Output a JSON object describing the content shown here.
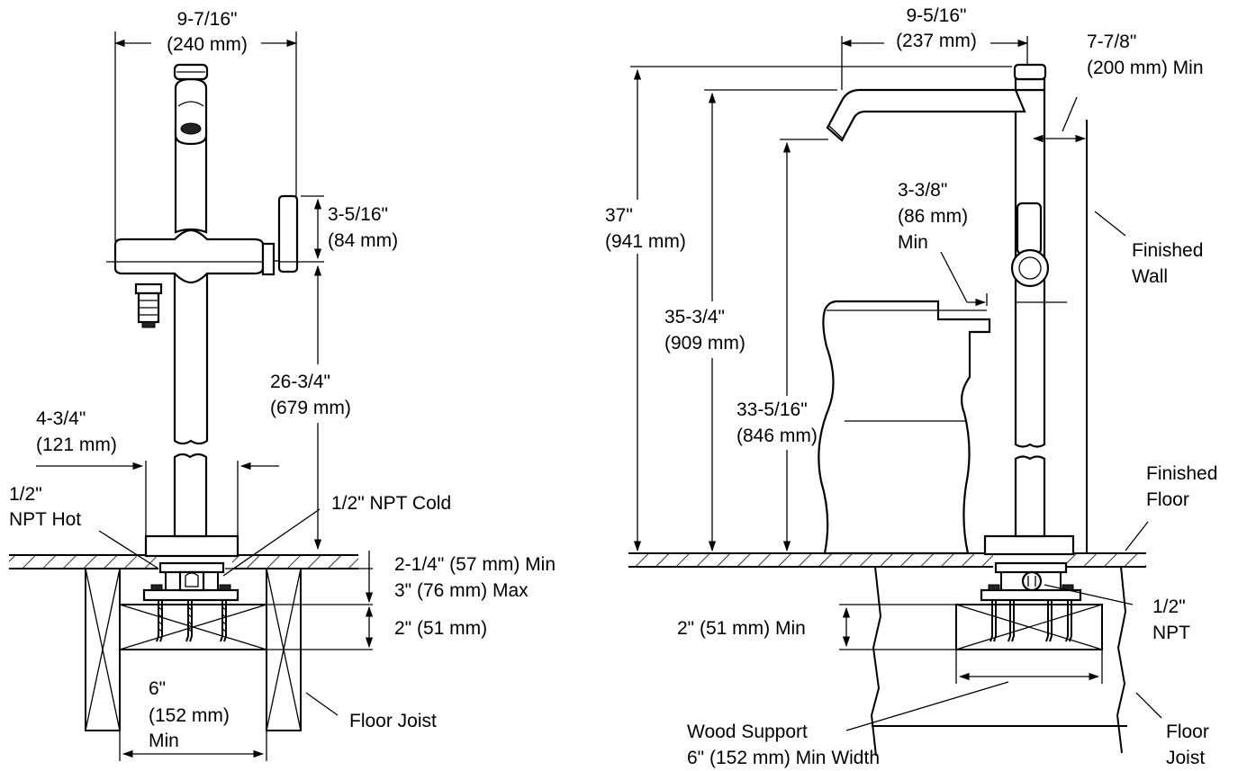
{
  "colors": {
    "line": "#000000",
    "background": "#ffffff"
  },
  "left_view": {
    "overall_width": {
      "inch": "9-7/16\"",
      "mm": "(240 mm)"
    },
    "handle_height": {
      "inch": "3-5/16\"",
      "mm": "(84 mm)"
    },
    "spout_height": {
      "inch": "26-3/4\"",
      "mm": "(679 mm)"
    },
    "base_width": {
      "inch": "4-3/4\"",
      "mm": "(121 mm)"
    },
    "hot_label": {
      "line1": "1/2\"",
      "line2": "NPT Hot"
    },
    "cold_label": "1/2\" NPT Cold",
    "rough_depth": {
      "min": "2-1/4\" (57 mm) Min",
      "max": "3\" (76 mm) Max"
    },
    "support_depth": "2\" (51 mm)",
    "joist_spacing": {
      "inch": "6\"",
      "mm": "(152 mm)",
      "min": "Min"
    },
    "joist_label": "Floor Joist"
  },
  "right_view": {
    "spout_reach": {
      "inch": "9-5/16\"",
      "mm": "(237 mm)"
    },
    "wall_clearance": {
      "inch": "7-7/8\"",
      "mm": "(200 mm) Min"
    },
    "overall_height": {
      "inch": "37\"",
      "mm": "(941 mm)"
    },
    "spout_top_height": {
      "inch": "35-3/4\"",
      "mm": "(909 mm)"
    },
    "spout_outlet_height": {
      "inch": "33-5/16\"",
      "mm": "(846 mm)"
    },
    "tub_clearance": {
      "inch": "3-3/8\"",
      "mm": "(86 mm)",
      "min": "Min"
    },
    "wall_label": {
      "line1": "Finished",
      "line2": "Wall"
    },
    "floor_label": {
      "line1": "Finished",
      "line2": "Floor"
    },
    "npt_label": {
      "line1": "1/2\"",
      "line2": "NPT"
    },
    "support_depth": "2\" (51 mm) Min",
    "wood_support": {
      "line1": "Wood Support",
      "line2": "6\" (152 mm) Min Width"
    },
    "joist_label": {
      "line1": "Floor",
      "line2": "Joist"
    }
  }
}
